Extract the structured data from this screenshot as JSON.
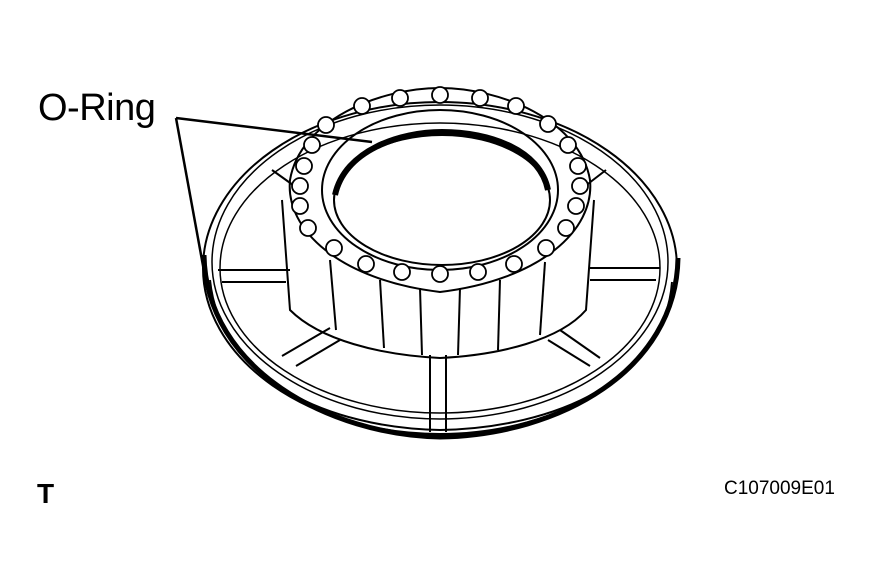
{
  "diagram": {
    "subject": "piston / seal ring assembly with bolt ring (isometric line drawing)",
    "callouts": [
      {
        "label": "O-Ring",
        "leader_lines": 2
      }
    ],
    "view_letter": "T",
    "figure_id": "C107009E01",
    "colors": {
      "line": "#000000",
      "background": "#ffffff"
    }
  }
}
